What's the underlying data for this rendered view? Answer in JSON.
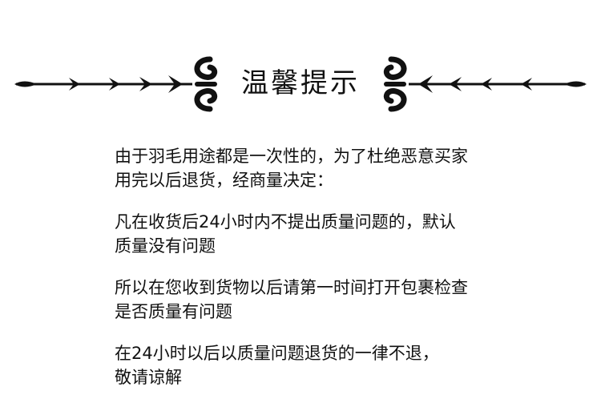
{
  "header": {
    "title": "温馨提示"
  },
  "paragraphs": [
    {
      "lines": [
        "由于羽毛用途都是一次性的，为了杜绝恶意买家",
        "用完以后退货，经商量决定："
      ]
    },
    {
      "lines": [
        "凡在收货后24小时内不提出质量问题的，默认",
        "质量没有问题"
      ]
    },
    {
      "lines": [
        "所以在您收到货物以后请第一时间打开包裹检查",
        "是否质量有问题"
      ]
    },
    {
      "lines": [
        "在24小时以后以质量问题退货的一律不退，",
        "敬请谅解"
      ]
    }
  ],
  "colors": {
    "ink": "#111111",
    "background": "#ffffff"
  }
}
